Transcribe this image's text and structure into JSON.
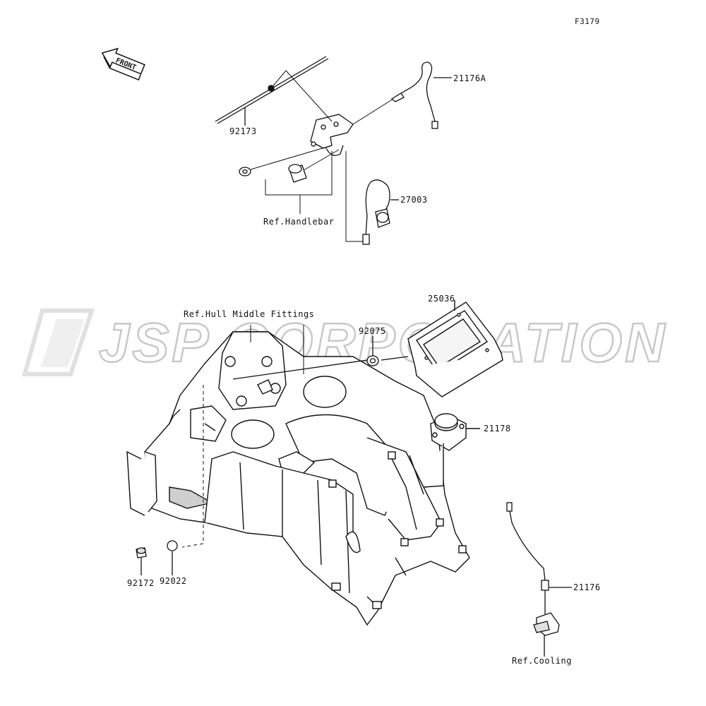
{
  "figure_id": "F3179",
  "front_marker": "FRONT",
  "watermark": "JSP CORPORATION",
  "colors": {
    "line": "#111111",
    "part_fill": "#ffffff",
    "shade": "#cfcfcf",
    "watermark": "#c8c8c8"
  },
  "labels": {
    "p92173": "92173",
    "p21176A": "21176A",
    "p27003": "27003",
    "ref_handlebar": "Ref.Handlebar",
    "ref_hull": "Ref.Hull Middle Fittings",
    "p25036": "25036",
    "p92075": "92075",
    "p21178": "21178",
    "p92172": "92172",
    "p92022": "92022",
    "p21176": "21176",
    "ref_cooling": "Ref.Cooling"
  }
}
